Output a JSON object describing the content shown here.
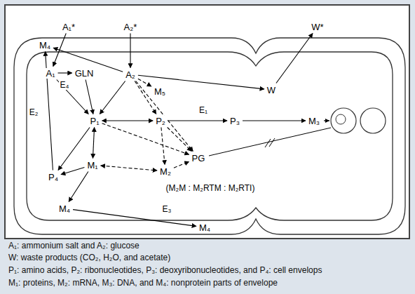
{
  "diagram": {
    "nodes": [
      {
        "text": [
          "A₁*"
        ]
      },
      {
        "text": [
          "A₂*"
        ]
      },
      {
        "text": [
          "W*"
        ]
      },
      {
        "text": [
          "M₄"
        ]
      },
      {
        "text": [
          "A₁"
        ]
      },
      {
        "text": [
          "GLN"
        ]
      },
      {
        "text": [
          "A₂"
        ]
      },
      {
        "text": [
          "W"
        ]
      },
      {
        "text": [
          "M₅"
        ]
      },
      {
        "text": [
          "P₁"
        ]
      },
      {
        "text": [
          "P₂"
        ]
      },
      {
        "text": [
          "P₃"
        ]
      },
      {
        "text": [
          "M₃"
        ]
      },
      {
        "text": [
          "PG"
        ]
      },
      {
        "text": [
          "P₄"
        ]
      },
      {
        "text": [
          "M₁"
        ]
      },
      {
        "text": [
          "M₂"
        ]
      },
      {
        "text": [
          "M₄"
        ]
      },
      {
        "text": [
          "M₄"
        ]
      }
    ],
    "edges": [
      {
        "from": 0,
        "to": 4,
        "arrow": "to"
      },
      {
        "from": 1,
        "to": 6,
        "arrow": "to"
      },
      {
        "from": 7,
        "to": 2,
        "arrow": "to"
      },
      {
        "from": 4,
        "to": 5,
        "arrow": "to"
      },
      {
        "from": 6,
        "to": 7,
        "arrow": "to"
      },
      {
        "from": 6,
        "to": 3,
        "arrow": "to"
      },
      {
        "from": 5,
        "to": 9,
        "arrow": "to"
      },
      {
        "from": 4,
        "to": 9,
        "arrow": "to"
      },
      {
        "from": 6,
        "to": 9,
        "arrow": "to"
      },
      {
        "from": 6,
        "to": 10,
        "arrow": "to"
      },
      {
        "from": 6,
        "to": 8,
        "arrow": "to"
      },
      {
        "from": 6,
        "to": 13,
        "arrow": "to"
      },
      {
        "from": 9,
        "to": 10,
        "arrow": "both"
      },
      {
        "from": 10,
        "to": 11,
        "arrow": "to"
      },
      {
        "from": 11,
        "to": 12,
        "arrow": "to"
      },
      {
        "from": 9,
        "to": 14,
        "arrow": "to"
      },
      {
        "from": 9,
        "to": 15,
        "arrow": "both"
      },
      {
        "from": 9,
        "to": 13,
        "arrow": "to"
      },
      {
        "from": 10,
        "to": 16,
        "arrow": "to"
      },
      {
        "from": 15,
        "to": 16,
        "arrow": "both"
      },
      {
        "from": 10,
        "to": 13,
        "arrow": "to"
      },
      {
        "from": 16,
        "to": 13,
        "arrow": "to"
      },
      {
        "from": 14,
        "to": 3,
        "arrow": "to"
      },
      {
        "from": 15,
        "to": 17,
        "arrow": "to"
      },
      {
        "from": 17,
        "to": 18,
        "arrow": "to"
      },
      {
        "from": 15,
        "to": 14,
        "arrow": "to"
      }
    ],
    "labels": [
      "E₄",
      "E₂",
      "E₁",
      "(M₂M : M₂RTM : M₂RTI)",
      "E₃",
      "A₁: ammonium  salt and A₂: glucose",
      "W: waste products (CO₂, H₂O, and acetate)",
      "P₁: amino acids, P₂: ribonucleotides,  P₃: deoxyribonucleotides,  and P₄: cell envelops",
      "M₁: proteins,  M₂: mRNA,  M₃: DNA, and  M₄: nonprotein  parts of envelope"
    ]
  }
}
